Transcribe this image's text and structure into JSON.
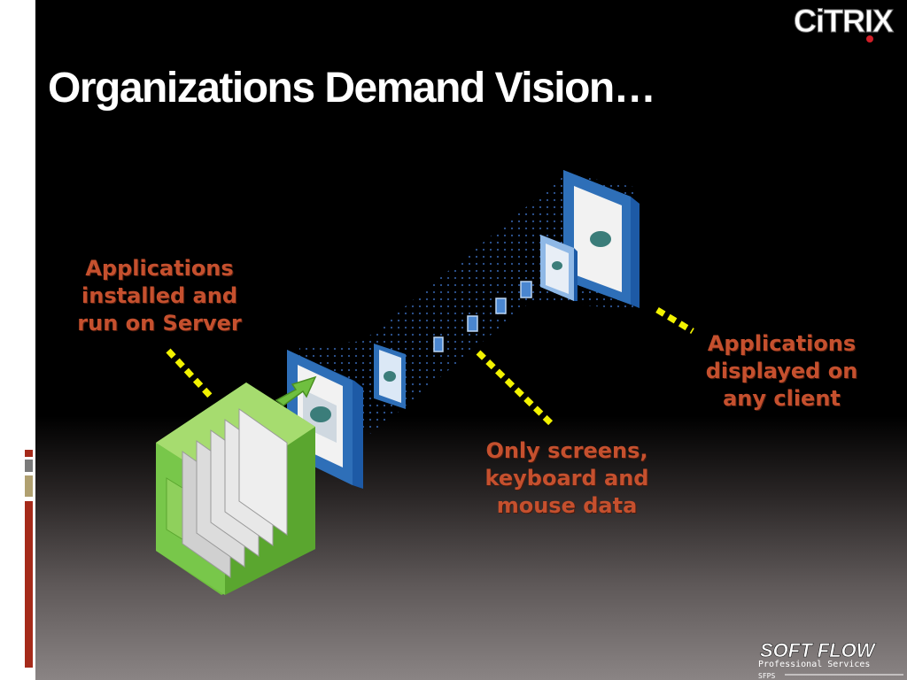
{
  "slide": {
    "title": "Organizations Demand Vision…",
    "labels": {
      "server": "Applications\ninstalled and\nrun on Server",
      "data": "Only screens,\nkeyboard and\nmouse data",
      "client": "Applications\ndisplayed on\nany client"
    }
  },
  "logos": {
    "citrix": "CiTRIX",
    "softflow_name": "SOFT FLOW",
    "softflow_tagline": "Professional Services",
    "softflow_abbr": "SFPS"
  },
  "colors": {
    "label": "#c5502e",
    "server_green": "#6fbf3f",
    "screen_blue": "#2e6fb8",
    "dash_yellow": "#f2f200"
  }
}
